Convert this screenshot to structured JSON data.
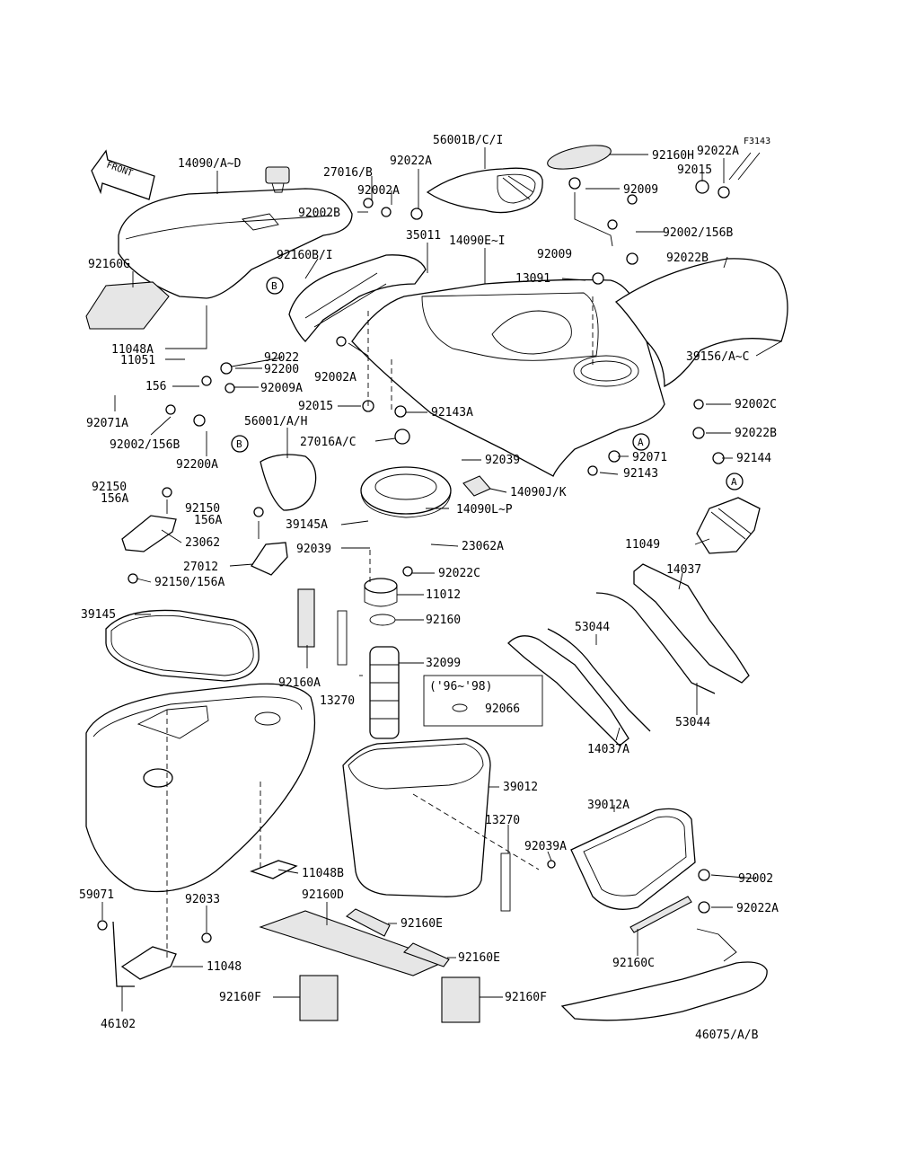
{
  "figure_code": "F3143",
  "front_label": "FRONT",
  "year_note": "('96~'98)",
  "callouts": {
    "a": "A",
    "b": "B"
  },
  "labels": {
    "p14090_AD": "14090/A~D",
    "p27016_B": "27016/B",
    "p92022A_top": "92022A",
    "p56001BCI": "56001B/C/I",
    "p92160H": "92160H",
    "p92022A_right": "92022A",
    "p92015_top": "92015",
    "p92002A_top": "92002A",
    "p92009_a": "92009",
    "p92002B": "92002B",
    "p35011": "35011",
    "p14090EI": "14090E~I",
    "p92009_b": "92009",
    "p92002_156B_top": "92002/156B",
    "p92160G": "92160G",
    "p92160B_I": "92160B/I",
    "p92022B_top": "92022B",
    "p13091": "13091",
    "p11048A": "11048A",
    "p11051": "11051",
    "p92022_mid": "92022",
    "p92200": "92200",
    "p92002A_mid": "92002A",
    "p39156": "39156/A~C",
    "p156": "156",
    "p92009A": "92009A",
    "p92015_mid": "92015",
    "p92143A": "92143A",
    "p92002C": "92002C",
    "p92071A": "92071A",
    "p92002_156B_bot": "92002/156B",
    "p56001AH": "56001/A/H",
    "p27016AC": "27016A/C",
    "p92022B_right": "92022B",
    "p92200A": "92200A",
    "p92039_top": "92039",
    "p92071": "92071",
    "p92144": "92144",
    "p92143": "92143",
    "p14090JK": "14090J/K",
    "p92150_left": "92150",
    "p156A_left": "156A",
    "p92150_mid": "92150",
    "p156A_mid": "156A",
    "p14090LP": "14090L~P",
    "p39145A": "39145A",
    "p23062": "23062",
    "p92039_mid": "92039",
    "p23062A": "23062A",
    "p11049": "11049",
    "p27012": "27012",
    "p92022C": "92022C",
    "p14037": "14037",
    "p92150_156A": "92150/156A",
    "p11012": "11012",
    "p39145": "39145",
    "p92160_mid": "92160",
    "p53044_top": "53044",
    "p32099": "32099",
    "p92160A": "92160A",
    "p13270_mid": "13270",
    "p92066": "92066",
    "p53044_bot": "53044",
    "p14037A": "14037A",
    "p39012": "39012",
    "p39012A": "39012A",
    "p13270_low": "13270",
    "p92039A": "92039A",
    "p11048B": "11048B",
    "p92002_low": "92002",
    "p59071": "59071",
    "p92033": "92033",
    "p92160D": "92160D",
    "p92022A_low": "92022A",
    "p92160E_a": "92160E",
    "p11048": "11048",
    "p92160E_b": "92160E",
    "p92160C": "92160C",
    "p46102": "46102",
    "p92160F_left": "92160F",
    "p92160F_right": "92160F",
    "p46075": "46075/A/B"
  }
}
